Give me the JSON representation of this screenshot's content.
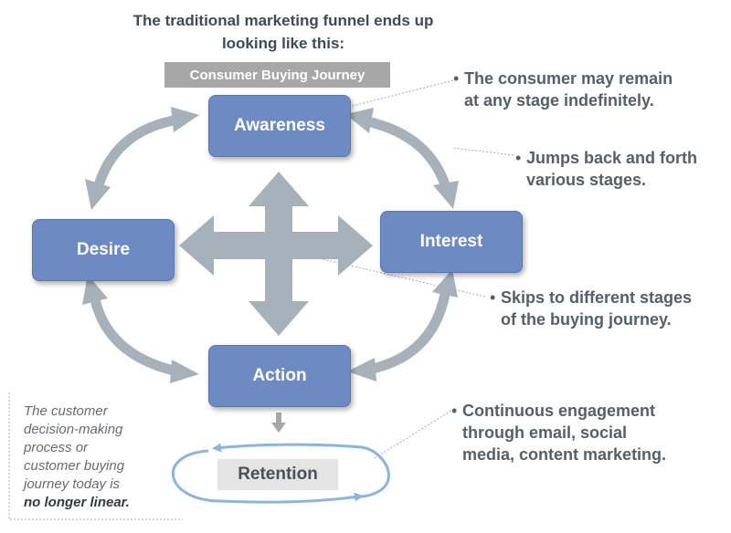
{
  "title_line1": "The traditional marketing funnel ends up",
  "title_line2": "looking like this:",
  "journey_label": "Consumer Buying Journey",
  "stages": {
    "awareness": "Awareness",
    "interest": "Interest",
    "desire": "Desire",
    "action": "Action",
    "retention": "Retention"
  },
  "notes": [
    {
      "line1": "The consumer may remain",
      "line2": "at any stage indefinitely."
    },
    {
      "line1": "Jumps back and forth",
      "line2": "various stages."
    },
    {
      "line1": "Skips to different stages",
      "line2": "of the buying journey."
    },
    {
      "line1": "Continuous engagement",
      "line2": "through email, social",
      "line3": "media, content marketing."
    }
  ],
  "bullet": "•",
  "side_note": {
    "line1": "The customer",
    "line2": "decision-making",
    "line3": "process or",
    "line4": "customer buying",
    "line5": "journey today is",
    "emphasis": "no longer linear."
  },
  "colors": {
    "stage_fill": "#6d8bc2",
    "arrow_gray": "#a7b1b9",
    "retention_loop": "#8db4da",
    "label_gray": "#a7a7a7"
  }
}
